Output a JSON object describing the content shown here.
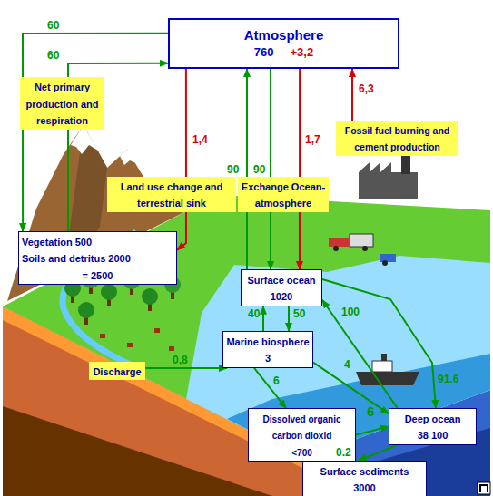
{
  "diagram": {
    "nodes": [
      {
        "text": [
          "Atmosphere",
          "760",
          "+3,2"
        ]
      },
      {
        "text": [
          "Net primary production and respiration"
        ]
      },
      {
        "text": [
          "Land use change and terrestrial sink"
        ]
      },
      {
        "text": [
          "Exchange Ocean-atmosphere"
        ]
      },
      {
        "text": [
          "Fossil fuel burning and cement production"
        ]
      },
      {
        "text": [
          "Vegetation 500",
          "Soils and detritus 2000",
          "= 2500"
        ]
      },
      {
        "text": [
          "Surface ocean",
          "1020"
        ]
      },
      {
        "text": [
          "Marine biosphere",
          "3"
        ]
      },
      {
        "text": [
          "Discharge"
        ]
      },
      {
        "text": [
          "Dissolved organic carbon dioxid",
          "<700"
        ]
      },
      {
        "text": [
          "Deep ocean",
          "38 100"
        ]
      },
      {
        "text": [
          "Surface sediments",
          "3000"
        ]
      }
    ],
    "edges": [
      {
        "from": 0,
        "to": 5,
        "label": "60",
        "arrow": "to"
      },
      {
        "from": 5,
        "to": 0,
        "label": "60",
        "arrow": "to"
      },
      {
        "from": 0,
        "to": 5,
        "label": "1,4",
        "arrow": "to"
      },
      {
        "from": 6,
        "to": 0,
        "label": "90",
        "arrow": "to"
      },
      {
        "from": 0,
        "to": 6,
        "label": "90",
        "arrow": "to"
      },
      {
        "from": 0,
        "to": 6,
        "label": "1,7",
        "arrow": "to"
      },
      {
        "from": 4,
        "to": 0,
        "label": "6,3",
        "arrow": "to"
      },
      {
        "from": 6,
        "to": 7,
        "label": "50",
        "arrow": "to"
      },
      {
        "from": 7,
        "to": 6,
        "label": "40",
        "arrow": "to"
      },
      {
        "from": 10,
        "to": 6,
        "label": "100",
        "arrow": "to"
      },
      {
        "from": 6,
        "to": 10,
        "label": "91.6",
        "arrow": "to"
      },
      {
        "from": 7,
        "to": 9,
        "label": "6",
        "arrow": "to"
      },
      {
        "from": 7,
        "to": 10,
        "label": "4",
        "arrow": "to"
      },
      {
        "from": 9,
        "to": 10,
        "label": "6",
        "arrow": "to"
      },
      {
        "from": 10,
        "to": 11,
        "label": "0.2",
        "arrow": "to"
      }
    ],
    "labels": [
      "0,8"
    ]
  }
}
